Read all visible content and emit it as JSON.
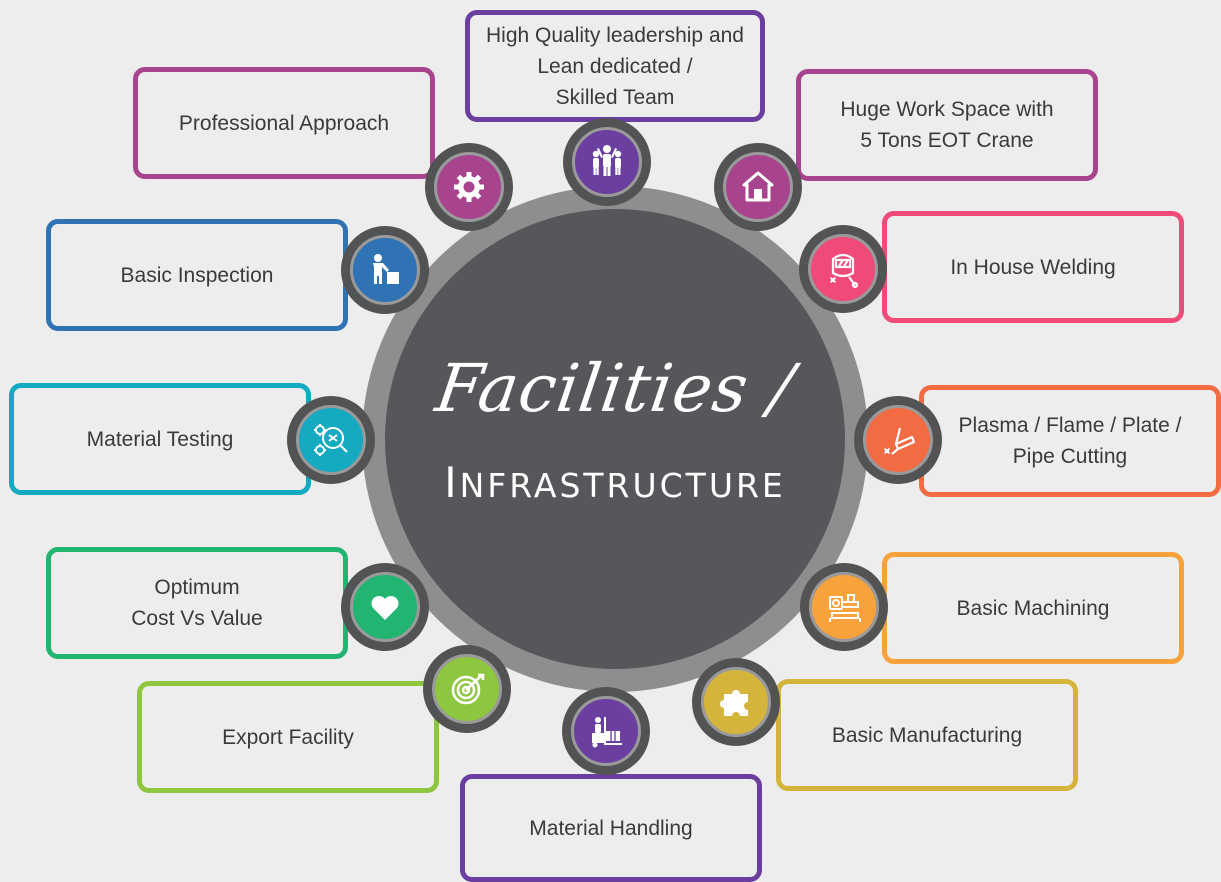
{
  "center": {
    "script_title": "Facilities /",
    "caps_title": "Infrastructure"
  },
  "items": [
    {
      "id": "leadership",
      "lines": [
        "High Quality leadership and",
        "Lean dedicated /",
        "Skilled Team"
      ],
      "color": "#6b3fa0",
      "icon": "team-icon"
    },
    {
      "id": "workspace",
      "lines": [
        "Huge Work Space with",
        "5 Tons EOT Crane"
      ],
      "color": "#a8448e",
      "icon": "home-icon"
    },
    {
      "id": "welding",
      "lines": [
        "In House Welding"
      ],
      "color": "#ef4a78",
      "icon": "welding-mask-icon"
    },
    {
      "id": "cutting",
      "lines": [
        "Plasma / Flame / Plate /",
        "Pipe Cutting"
      ],
      "color": "#f26b43",
      "icon": "cutting-torch-icon"
    },
    {
      "id": "machining",
      "lines": [
        "Basic Machining"
      ],
      "color": "#f7a23a",
      "icon": "lathe-icon"
    },
    {
      "id": "manufacturing",
      "lines": [
        "Basic Manufacturing"
      ],
      "color": "#d4b43a",
      "icon": "puzzle-icon"
    },
    {
      "id": "handling",
      "lines": [
        "Material Handling"
      ],
      "color": "#6b3fa0",
      "icon": "forklift-icon"
    },
    {
      "id": "export",
      "lines": [
        "Export Facility"
      ],
      "color": "#8dc63f",
      "icon": "target-icon"
    },
    {
      "id": "cost",
      "lines": [
        "Optimum",
        "Cost Vs Value"
      ],
      "color": "#21b571",
      "icon": "heart-icon"
    },
    {
      "id": "testing",
      "lines": [
        "Material Testing"
      ],
      "color": "#13aac2",
      "icon": "magnifier-gears-icon"
    },
    {
      "id": "inspection",
      "lines": [
        "Basic Inspection"
      ],
      "color": "#2f73b5",
      "icon": "inspector-icon"
    },
    {
      "id": "professional",
      "lines": [
        "Professional Approach"
      ],
      "color": "#a8448e",
      "icon": "gear-icon"
    }
  ]
}
